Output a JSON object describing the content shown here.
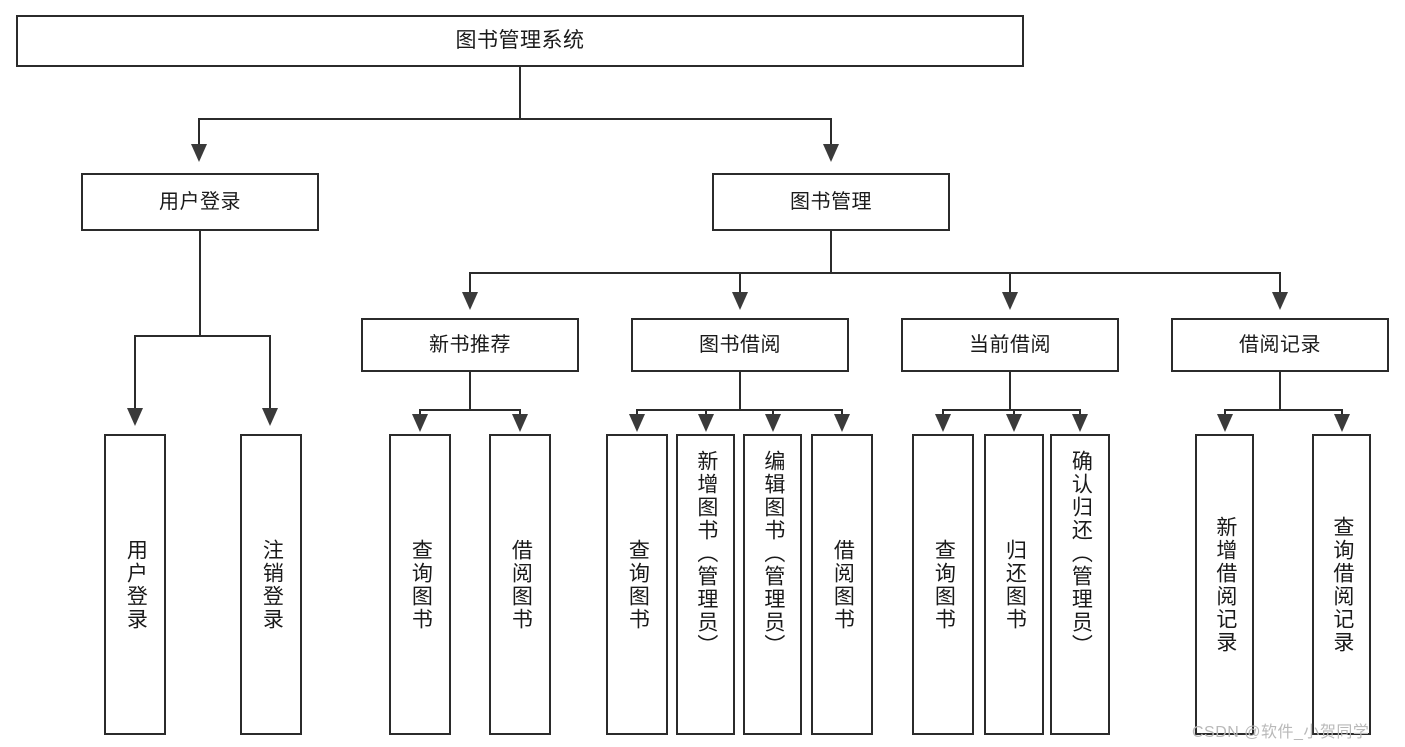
{
  "diagram": {
    "title": "图书管理系统",
    "type": "functional-structure-tree",
    "watermark": "CSDN @软件_小贺同学",
    "colors": {
      "background": "#ffffff",
      "box_border": "#2b2b2b",
      "box_fill": "#ffffff",
      "connector": "#2b2b2b",
      "arrow": "#3a3a3a",
      "text": "#1a1a1a",
      "watermark_text": "#b9b9b9"
    },
    "root": {
      "label": "图书管理系统"
    },
    "level2": [
      {
        "id": "user-login",
        "label": "用户登录"
      },
      {
        "id": "book-management",
        "label": "图书管理"
      }
    ],
    "level3": [
      {
        "id": "new-book-recommend",
        "label": "新书推荐"
      },
      {
        "id": "book-borrow",
        "label": "图书借阅"
      },
      {
        "id": "current-borrow",
        "label": "当前借阅"
      },
      {
        "id": "borrow-record",
        "label": "借阅记录"
      }
    ],
    "leaves": {
      "user_login": [
        {
          "id": "leaf-user-login",
          "label": "用户登录"
        },
        {
          "id": "leaf-logout-login",
          "label": "注销登录"
        }
      ],
      "new_book_recommend": [
        {
          "id": "leaf-query-book-1",
          "label": "查询图书"
        },
        {
          "id": "leaf-borrow-book-1",
          "label": "借阅图书"
        }
      ],
      "book_borrow": [
        {
          "id": "leaf-query-book-2",
          "label": "查询图书"
        },
        {
          "id": "leaf-add-book-admin",
          "label": "新增图书（管理员）"
        },
        {
          "id": "leaf-edit-book-admin",
          "label": "编辑图书（管理员）"
        },
        {
          "id": "leaf-borrow-book-2",
          "label": "借阅图书"
        }
      ],
      "current_borrow": [
        {
          "id": "leaf-query-book-3",
          "label": "查询图书"
        },
        {
          "id": "leaf-return-book",
          "label": "归还图书"
        },
        {
          "id": "leaf-confirm-return-admin",
          "label": "确认归还（管理员）"
        }
      ],
      "borrow_record": [
        {
          "id": "leaf-add-borrow-record",
          "label": "新增借阅记录"
        },
        {
          "id": "leaf-query-borrow-record",
          "label": "查询借阅记录"
        }
      ]
    }
  }
}
